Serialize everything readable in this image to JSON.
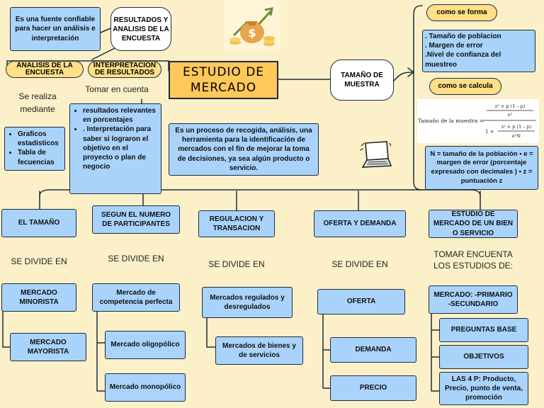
{
  "title": "ESTUDIO DE MERCADO",
  "fuente_note": "Es una fuente confiable para hacer un análisis e interpretación",
  "resultados_bubble": "RESULTADOS Y ANALISIS DE LA ENCUESTA",
  "analisis_pill": "ANALISIS DE LA ENCUESTA",
  "interpretacion_pill": "INTERPRETACION DE RESULTADOS",
  "se_realiza": "Se realiza mediante",
  "tomar_en_cuenta": "Tomar en cuenta",
  "analisis_items": [
    "Graficos estadisticos",
    "Tabla de fecuencias"
  ],
  "interpretacion_items": [
    "resultados relevantes en porcentajes",
    ". Interpretación para saber si lograron el objetivo en el proyecto o plan de negocio"
  ],
  "definition": "Es un proceso de recogida, análisis, una herramienta para la identificación de mercados con el fin de mejorar la toma de decisiones, ya sea algún producto o servicio.",
  "tamano_bubble": "TAMAÑO DE MUESTRA",
  "como_se_forma": "como se forma",
  "forma_items": [
    ". Tamaño de poblacion",
    ". Margen de error",
    ".Nivel de confianza del muestreo"
  ],
  "como_se_calcula": "como se calcula",
  "formula": {
    "label": "Tamaño de la muestra =",
    "num_top": "z² × p (1 – p)",
    "num_bottom": "e²",
    "den_prefix": "1 +",
    "den_top": "z² × p (1 – p)",
    "den_bottom": "e²N"
  },
  "formula_legend": "N = tamaño de la población • e = margen de error (porcentaje expresado con decimales ) • z = puntuación z",
  "icons": {
    "top": "money-bag-coins-growth-icon",
    "laptop": "laptop-icon"
  },
  "columns": {
    "c1": {
      "header": "EL TAMAÑO",
      "connector": "SE DIVIDE EN",
      "items": [
        "MERCADO MINORISTA",
        "MERCADO MAYORISTA"
      ]
    },
    "c2": {
      "header": "SEGUN EL NUMERO DE PARTICIPANTES",
      "connector": "SE DIVIDE EN",
      "items": [
        "Mercado de competencia perfecta",
        "Mercado oligopólico",
        "Mercado monopólico"
      ]
    },
    "c3": {
      "header": "REGULACION Y TRANSACION",
      "connector": "SE DIVIDE EN",
      "items": [
        "Mercados regulados y desregulados",
        "Mercados de bienes y de servicios"
      ]
    },
    "c4": {
      "header": "OFERTA Y DEMANDA",
      "connector": "SE DIVIDE EN",
      "items": [
        "OFERTA",
        "DEMANDA",
        "PRECIO"
      ]
    },
    "c5": {
      "header": "ESTUDIO DE MERCADO DE UN BIEN O SERVICIO",
      "connector": "TOMAR ENCUENTA LOS ESTUDIOS DE:",
      "items": [
        "MERCADO: -PRIMARIO -SECUNDARIO",
        "PREGUNTAS BASE",
        "OBJETIVOS",
        "LAS 4 P: Producto, Precio, punto de venta, promoción"
      ]
    }
  },
  "colors": {
    "background": "#fcf0c8",
    "box": "#a9d3fb",
    "title": "#ffc85a",
    "pill_yellow": "#ffe086",
    "border": "#1e2c3e"
  }
}
